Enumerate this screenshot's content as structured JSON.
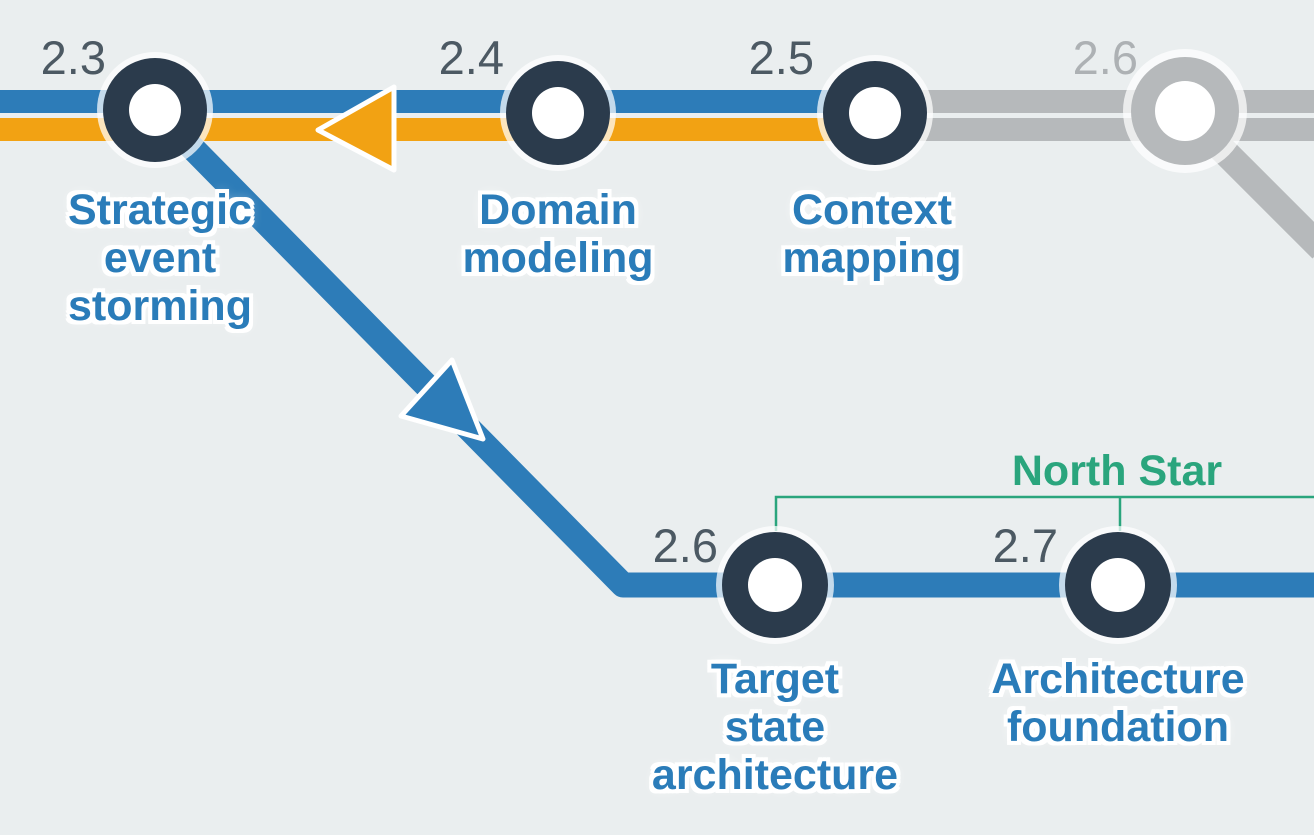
{
  "diagram": {
    "kind": "metro-style roadmap segment",
    "milestone_label": "North Star",
    "stations": [
      {
        "number": "2.3",
        "name": "Strategic\nevent\nstorming",
        "style": "dark"
      },
      {
        "number": "2.4",
        "name": "Domain\nmodeling",
        "style": "dark"
      },
      {
        "number": "2.5",
        "name": "Context\nmapping",
        "style": "dark"
      },
      {
        "number": "2.6",
        "name": "",
        "style": "gray"
      },
      {
        "number": "2.6",
        "name": "Target\nstate\narchitecture",
        "style": "dark"
      },
      {
        "number": "2.7",
        "name": "Architecture\nfoundation",
        "style": "dark"
      }
    ],
    "colors": {
      "background": "#eaeeef",
      "line_blue": "#2d7cb8",
      "line_orange": "#f2a213",
      "line_gray": "#b6b9bb",
      "station_ring": "#2b3b4c",
      "label_blue": "#2a7cb9",
      "number_dark": "#4c5963",
      "number_muted": "#adb1b4",
      "milestone_green": "#2aa57d"
    }
  }
}
